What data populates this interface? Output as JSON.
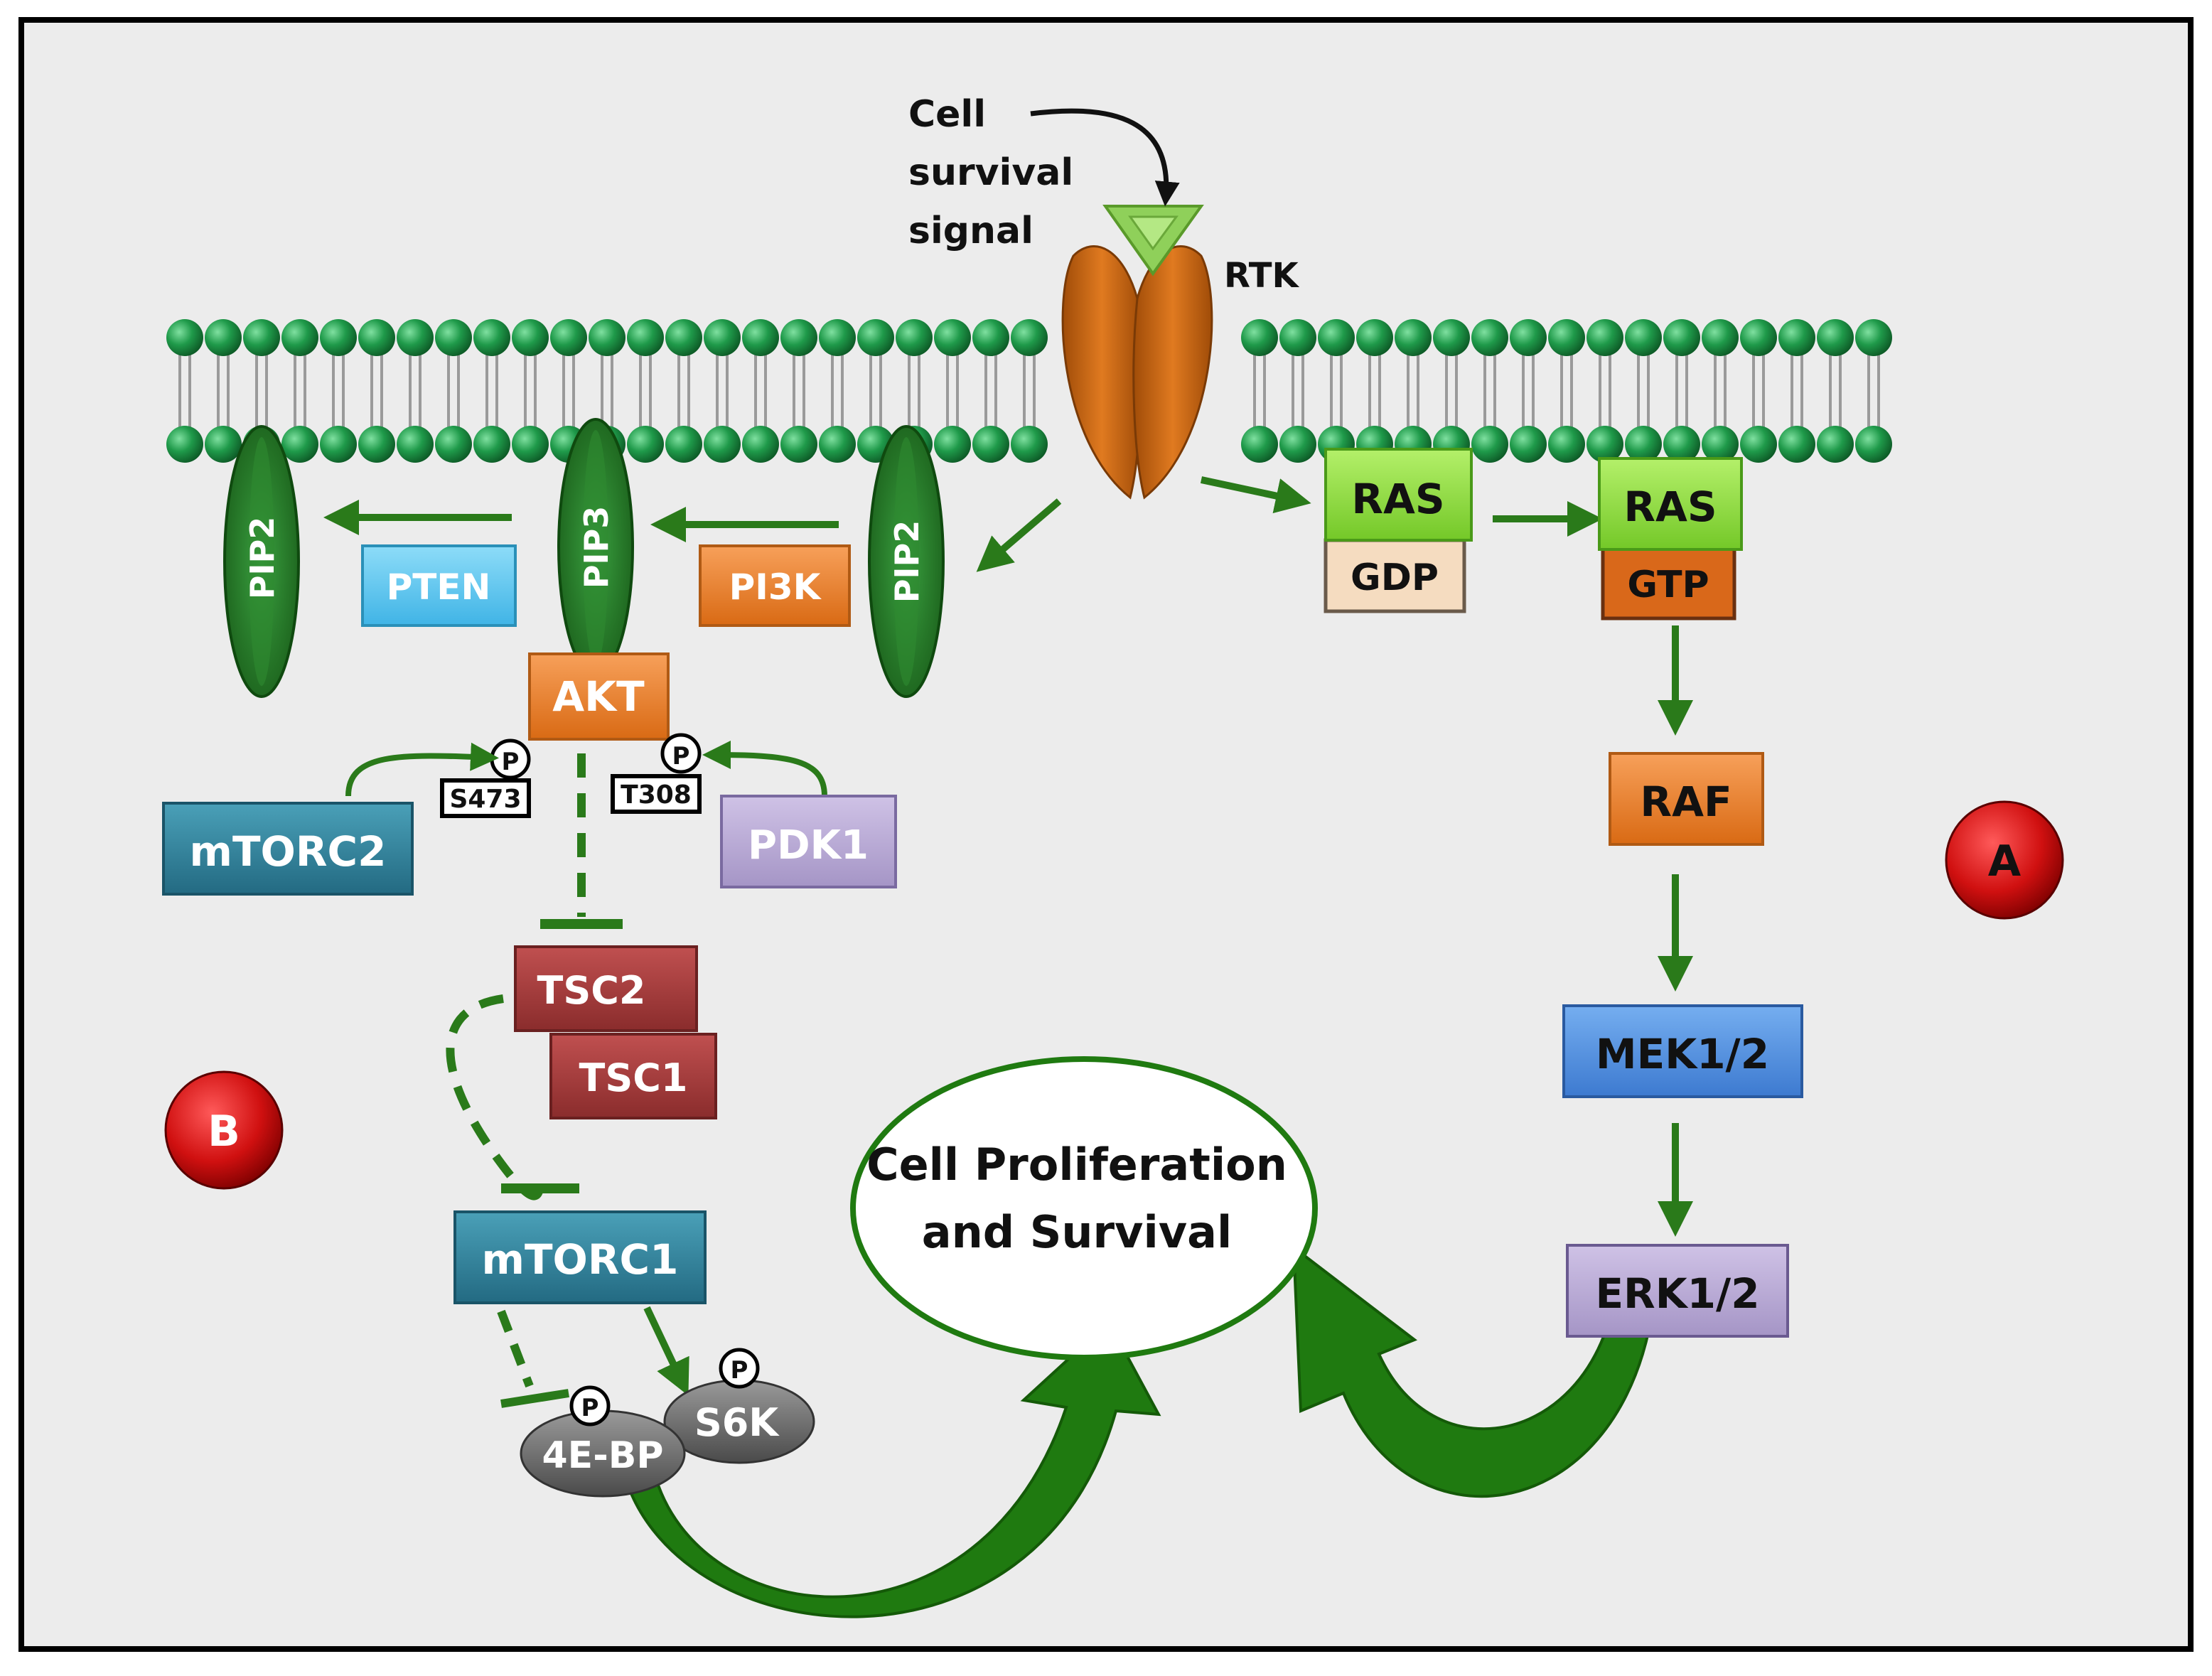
{
  "signal": {
    "line1": "Cell",
    "line2": "survival",
    "line3": "signal"
  },
  "receptor": {
    "label": "RTK"
  },
  "lipids": {
    "pip2_left": "PIP2",
    "pip3": "PIP3",
    "pip2_right": "PIP2"
  },
  "proteins": {
    "pten": "PTEN",
    "pi3k": "PI3K",
    "akt": "AKT",
    "mtorc2": "mTORC2",
    "pdk1": "PDK1",
    "tsc2": "TSC2",
    "tsc1": "TSC1",
    "mtorc1": "mTORC1",
    "four_e_bp": "4E-BP",
    "s6k": "S6K",
    "ras_gdp": "RAS",
    "gdp": "GDP",
    "ras_gtp": "RAS",
    "gtp": "GTP",
    "raf": "RAF",
    "mek": "MEK1/2",
    "erk": "ERK1/2"
  },
  "phospho": {
    "symbol": "P",
    "s473": "S473",
    "t308": "T308"
  },
  "outcome": {
    "line1": "Cell Proliferation",
    "line2": "and Survival"
  },
  "pathway_badges": {
    "a": "A",
    "b": "B"
  },
  "colors": {
    "membrane_head": "#1f9a4a",
    "arrow": "#2a7a1a",
    "rtk": "#d06a10",
    "pten": "#5bc8f0",
    "pi3k": "#f08a30",
    "akt": "#e87320",
    "mtor": "#2e7e96",
    "pdk1": "#b7a8d2",
    "tsc": "#a03a3a",
    "ras": "#8ee040",
    "gdp": "#f5dcc0",
    "gtp": "#d9681a",
    "raf": "#f09040",
    "mek": "#4f8ee0",
    "erk": "#b9a8d8",
    "badge": "#d01010",
    "background": "#ececec"
  }
}
